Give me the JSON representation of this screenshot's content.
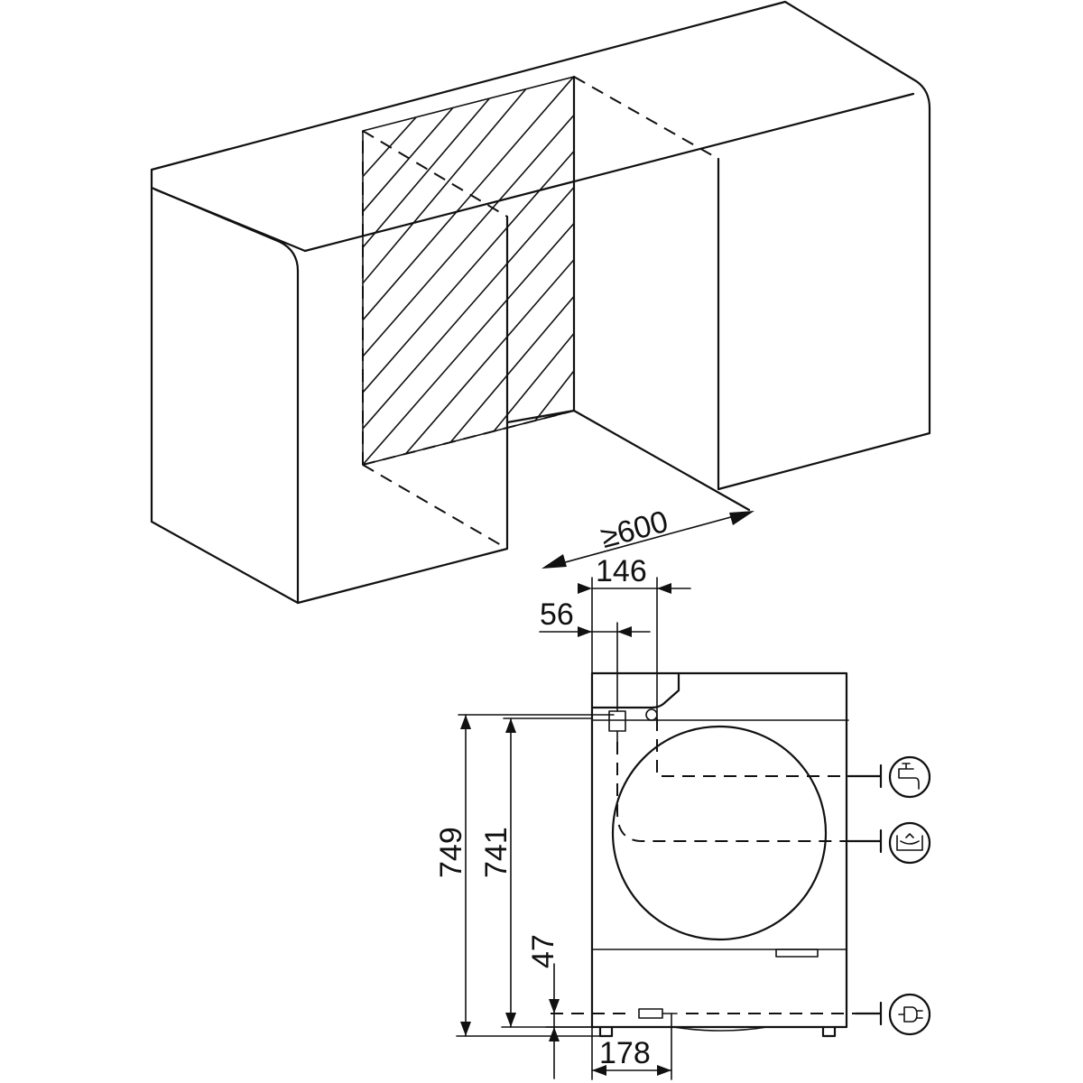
{
  "dimensions": {
    "niche_width": "≥600",
    "offset_water_inlet": "146",
    "offset_hose": "56",
    "overall_height": "749",
    "body_height": "741",
    "power_height": "47",
    "power_offset": "178"
  },
  "icons": {
    "water_inlet": "water-tap-icon",
    "drain": "drain-basin-icon",
    "power": "power-plug-icon"
  },
  "colors": {
    "line": "#111111",
    "background": "#ffffff"
  }
}
